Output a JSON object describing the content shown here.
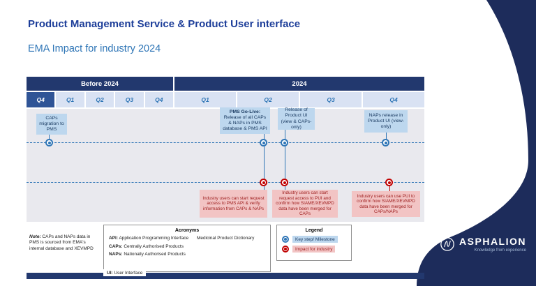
{
  "slide": {
    "title": "Product Management Service & Product User interface",
    "subtitle": "EMA Impact for industry 2024"
  },
  "timeline": {
    "sections": [
      {
        "label": "Before 2024",
        "quarters": [
          "Q4",
          "Q1",
          "Q2",
          "Q3",
          "Q4"
        ]
      },
      {
        "label": "2024",
        "quarters": [
          "Q1",
          "Q2",
          "Q3",
          "Q4"
        ]
      }
    ],
    "milestones": [
      {
        "text": "CAPs migration to PMS"
      },
      {
        "title": "PMS Go-Live:",
        "text": "Release of all CAPs & NAPs in PMS database & PMS API"
      },
      {
        "text": "Release of Product UI (view & CAPs-only)"
      },
      {
        "text": "NAPs release in Product UI (view-only)"
      }
    ],
    "impacts": [
      "Industry users can start request access to PMS API & verify information from CAPs & NAPs",
      "Industry users can start request access to PUI and confirm how SIAME/XEVMPD data have been merged for CAPs",
      "Industry users can use PUI to confirm how SIAME/XEVMPD data have been merged for CAPs/NAPs"
    ]
  },
  "note": {
    "prefix": "Note:",
    "text": " CAPs and NAPs data in PMS is sourced from EMA's internal database and XEVMPD"
  },
  "acronyms": {
    "title": "Acronyms",
    "items": [
      {
        "term": "API:",
        "definition": "Application Programming Interface",
        "extra": "Medicinal Product Dictionary"
      },
      {
        "term": "CAPs:",
        "definition": "Centrally Authorised Products",
        "extra": ""
      },
      {
        "term": "NAPs:",
        "definition": "Nationally Authorised Products",
        "extra": ""
      }
    ],
    "footer": {
      "term": "UI:",
      "definition": "User Interface"
    }
  },
  "legend": {
    "title": "Legend",
    "items": [
      {
        "label": "Key step/ Milestone",
        "type": "milestone"
      },
      {
        "label": "Impact for industry",
        "type": "impact"
      }
    ]
  },
  "logo": {
    "name": "ASPHALION",
    "tagline": "Knowledge from experience"
  },
  "colors": {
    "navy": "#22386E",
    "swoosh": "#1D2C5B",
    "title_blue": "#1C3D99",
    "subtitle_blue": "#2E75B6",
    "quarter_bg": "#D9E2F3",
    "quarter_active_bg": "#2F5496",
    "milestone_bg": "#BDD7EE",
    "milestone_text": "#17375E",
    "impact_bg": "#F2C4C4",
    "impact_text": "#9C1A1A",
    "line_blue": "#2E75B6",
    "marker_red": "#C00000",
    "body_gray": "#E9E9EE"
  }
}
